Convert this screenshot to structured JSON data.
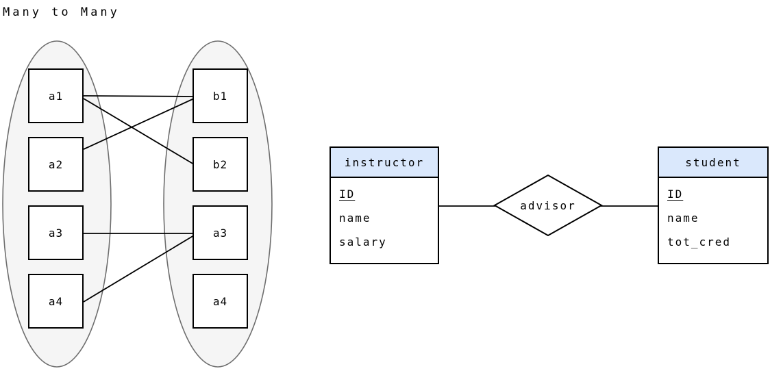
{
  "title": "Many to Many",
  "mapping_diagram": {
    "left_set": {
      "items": [
        "a1",
        "a2",
        "a3",
        "a4"
      ]
    },
    "right_set": {
      "items": [
        "b1",
        "b2",
        "a3",
        "a4"
      ]
    },
    "connections": [
      {
        "from": "left.a1",
        "to": "right.b1"
      },
      {
        "from": "left.a1",
        "to": "right.b2"
      },
      {
        "from": "left.a2",
        "to": "right.b1"
      },
      {
        "from": "left.a3",
        "to": "right.a3"
      },
      {
        "from": "left.a4",
        "to": "right.a3"
      }
    ]
  },
  "er_diagram": {
    "entities": [
      {
        "name": "instructor",
        "attributes": [
          {
            "label": "ID",
            "primary_key": true
          },
          {
            "label": "name",
            "primary_key": false
          },
          {
            "label": "salary",
            "primary_key": false
          }
        ]
      },
      {
        "name": "student",
        "attributes": [
          {
            "label": "ID",
            "primary_key": true
          },
          {
            "label": "name",
            "primary_key": false
          },
          {
            "label": "tot_cred",
            "primary_key": false
          }
        ]
      }
    ],
    "relationship": {
      "name": "advisor"
    }
  },
  "colors": {
    "entity_header_bg": "#dae8fc",
    "ellipse_fill": "#f5f5f5",
    "ellipse_stroke": "#6e6e6e",
    "line_color": "#000000",
    "box_border": "#000000"
  }
}
